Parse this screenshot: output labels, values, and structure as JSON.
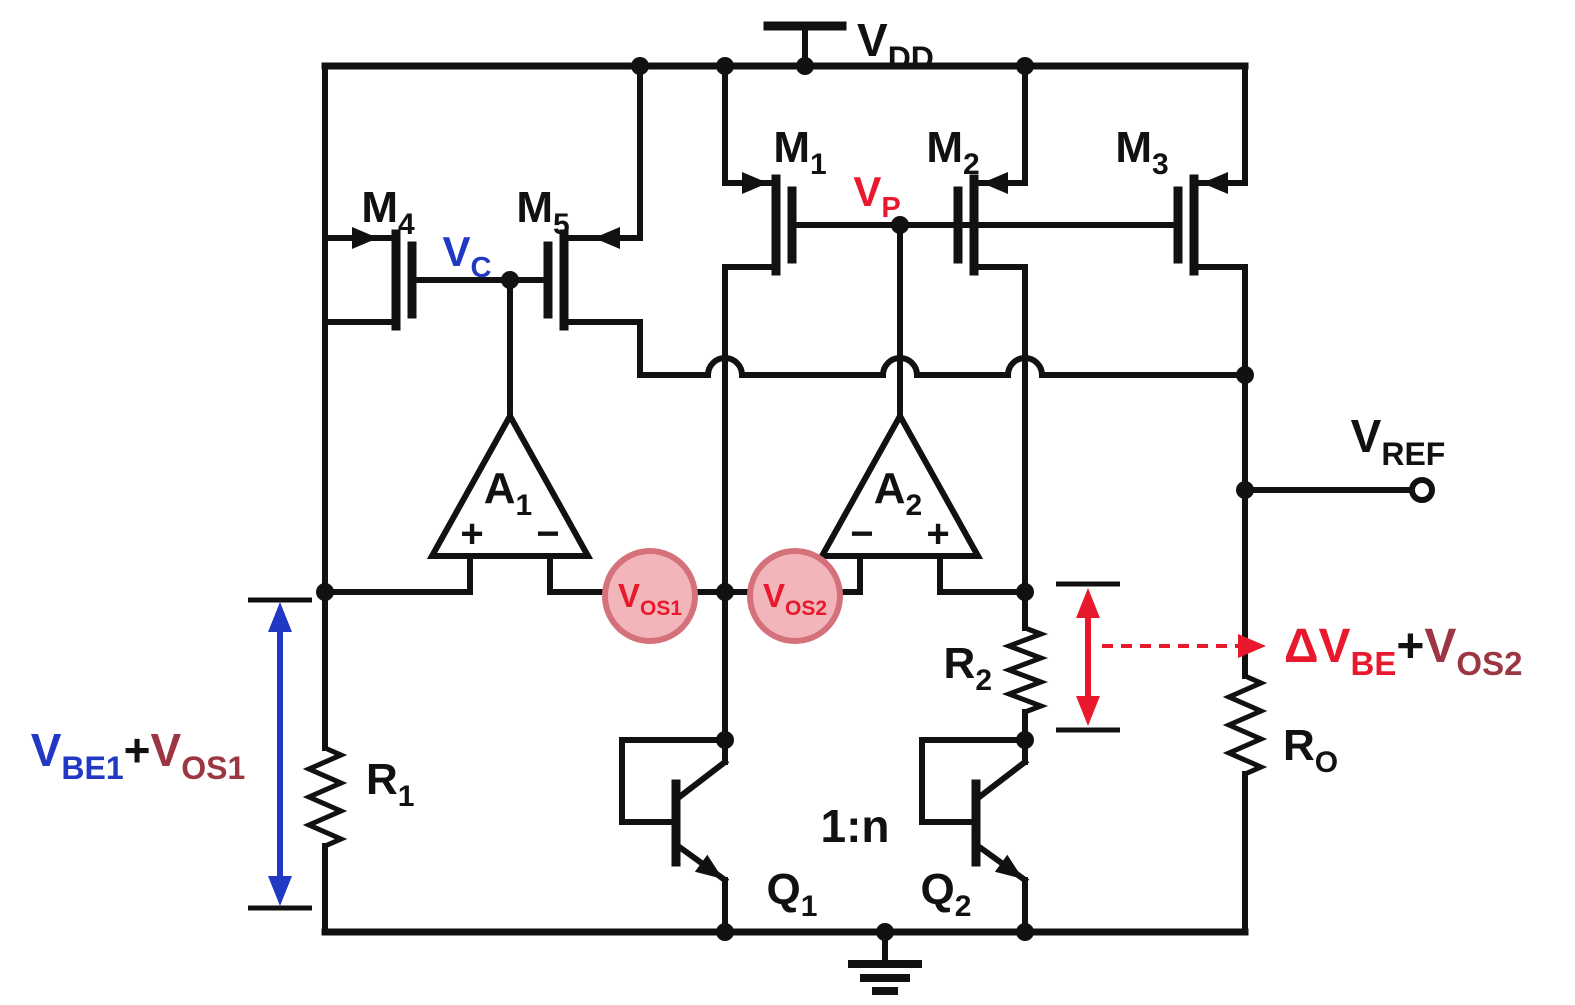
{
  "figure": {
    "kind": "analog-circuit-schematic",
    "background": "#ffffff"
  },
  "colors": {
    "wire": "#111111",
    "blue": "#2038c4",
    "red": "#e8192c",
    "maroon": "#9c3642",
    "vos_fill": "#f2b5b9",
    "vos_stroke": "#d4717a"
  },
  "supply": {
    "vdd_base": "V",
    "vdd_sub": "DD"
  },
  "mosfets": {
    "m1_base": "M",
    "m1_sub": "1",
    "m2_base": "M",
    "m2_sub": "2",
    "m3_base": "M",
    "m3_sub": "3",
    "m4_base": "M",
    "m4_sub": "4",
    "m5_base": "M",
    "m5_sub": "5"
  },
  "bjts": {
    "q1_base": "Q",
    "q1_sub": "1",
    "q2_base": "Q",
    "q2_sub": "2",
    "ratio": "1:n"
  },
  "amps": {
    "a1_base": "A",
    "a1_sub": "1",
    "a2_base": "A",
    "a2_sub": "2",
    "plus": "+",
    "minus": "−"
  },
  "nodes": {
    "vc_base": "V",
    "vc_sub": "C",
    "vp_base": "V",
    "vp_sub": "P",
    "vref_base": "V",
    "vref_sub": "REF"
  },
  "resistors": {
    "r1_base": "R",
    "r1_sub": "1",
    "r2_base": "R",
    "r2_sub": "2",
    "ro_base": "R",
    "ro_sub": "O"
  },
  "offset_sources": {
    "vos1_base": "V",
    "vos1_sub": "OS1",
    "vos2_base": "V",
    "vos2_sub": "OS2"
  },
  "annotations": {
    "left_v1_base": "V",
    "left_v1_sub": "BE1",
    "left_plus": "+",
    "left_v2_base": "V",
    "left_v2_sub": "OS1",
    "right_v1_base": "ΔV",
    "right_v1_sub": "BE",
    "right_plus": "+",
    "right_v2_base": "V",
    "right_v2_sub": "OS2"
  }
}
